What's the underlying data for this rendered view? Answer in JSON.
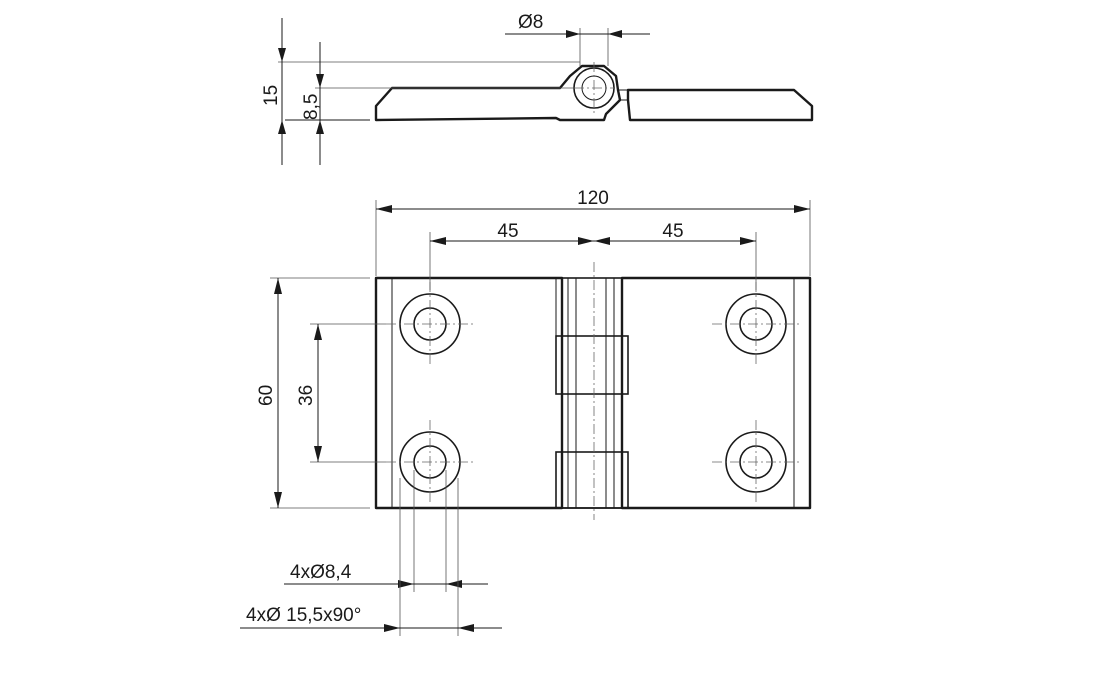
{
  "side_view": {
    "pin_diameter": "Ø8",
    "overall_height": "15",
    "leaf_thickness": "8,5"
  },
  "front_view": {
    "overall_width": "120",
    "hole_spacing_left": "45",
    "hole_spacing_right": "45",
    "overall_height": "60",
    "hole_spacing_vertical": "36"
  },
  "callouts": {
    "hole_diameter": "4xØ8,4",
    "countersink": "4xØ 15,5x90°"
  }
}
